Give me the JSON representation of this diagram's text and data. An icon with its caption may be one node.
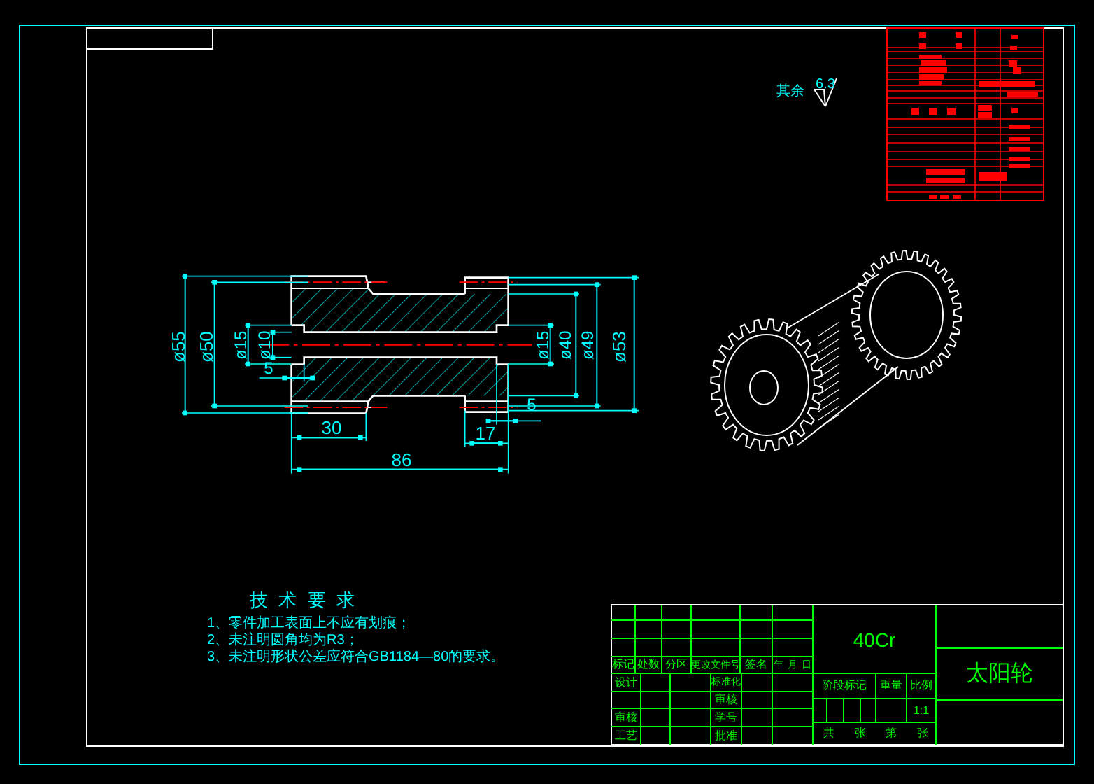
{
  "diagram": {
    "labels": [
      "其余",
      "6.3",
      "ø55",
      "ø50",
      "ø15",
      "ø10",
      "5",
      "ø15",
      "ø40",
      "ø49",
      "ø53",
      "5",
      "30",
      "17",
      "86",
      "技 术 要 求",
      "1、零件加工表面上不应有划痕；",
      "2、未注明圆角均为R3；",
      "3、未注明形状公差应符合GB1184—80的要求。",
      "40Cr",
      "太阳轮",
      "标记",
      "处数",
      "分区",
      "更改文件号",
      "签名",
      "年 月 日",
      "设计",
      "标准化",
      "阶段标记",
      "重量",
      "比例",
      "审核",
      "1:1",
      "审核",
      "学号",
      "工艺",
      "批准",
      "共 张 第 张"
    ]
  }
}
